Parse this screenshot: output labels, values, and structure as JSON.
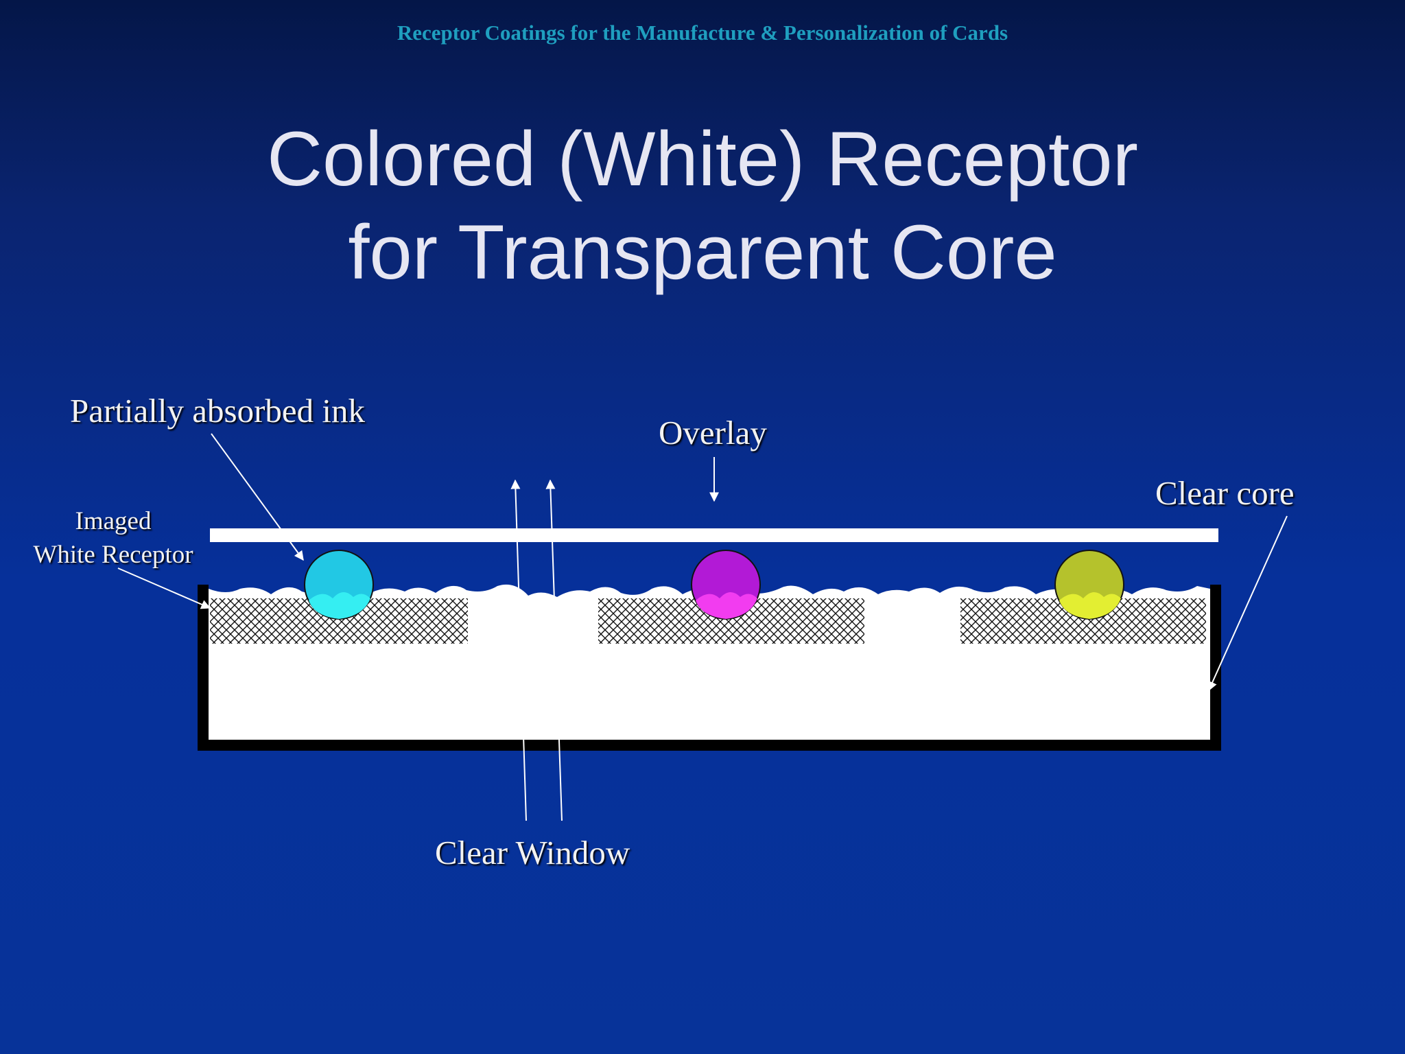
{
  "header": "Receptor Coatings for the Manufacture & Personalization of Cards",
  "title": {
    "line1": "Colored (White) Receptor",
    "line2": "for Transparent Core"
  },
  "labels": {
    "partially_absorbed_ink": "Partially absorbed ink",
    "overlay": "Overlay",
    "clear_core": "Clear core",
    "imaged_line1": "Imaged",
    "imaged_line2": "White Receptor",
    "clear_window": "Clear Window"
  },
  "ink_drops": [
    {
      "name": "cyan",
      "color": "#22c8e4",
      "absorbed_color": "#35eef2"
    },
    {
      "name": "magenta",
      "color": "#b21ad6",
      "absorbed_color": "#f23cf0"
    },
    {
      "name": "yellow",
      "color": "#b5c22c",
      "absorbed_color": "#e3ee32"
    }
  ],
  "colors": {
    "header": "#1f9fbf",
    "title": "#e6e6f2",
    "labels": "#f2f2f2",
    "overlay": "#ffffff",
    "core_border": "#000000"
  }
}
